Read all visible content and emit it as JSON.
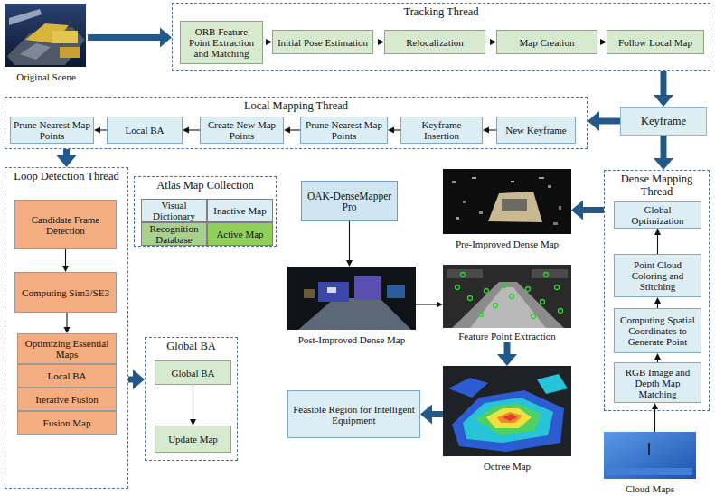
{
  "diagram": {
    "nodes": [
      {
        "text": [
          "Original Scene"
        ]
      },
      {
        "text": [
          "Tracking Thread"
        ]
      },
      {
        "text": [
          "ORB Feature Point Extraction and Matching"
        ],
        "in": 1
      },
      {
        "text": [
          "Initial Pose Estimation"
        ],
        "in": 1
      },
      {
        "text": [
          "Relocalization"
        ],
        "in": 1
      },
      {
        "text": [
          "Map Creation"
        ],
        "in": 1
      },
      {
        "text": [
          "Follow Local Map"
        ],
        "in": 1
      },
      {
        "text": [
          "Keyframe"
        ]
      },
      {
        "text": [
          "Local Mapping Thread"
        ]
      },
      {
        "text": [
          "Prune Nearest Map Points"
        ],
        "in": 8
      },
      {
        "text": [
          "Local BA"
        ],
        "in": 8
      },
      {
        "text": [
          "Create New Map Points"
        ],
        "in": 8
      },
      {
        "text": [
          "Prune Nearest Map Points"
        ],
        "in": 8
      },
      {
        "text": [
          "Keyframe Insertion"
        ],
        "in": 8
      },
      {
        "text": [
          "New Keyframe"
        ],
        "in": 8
      },
      {
        "text": [
          "Loop Detection Thread"
        ]
      },
      {
        "text": [
          "Candidate Frame Detection"
        ],
        "in": 15
      },
      {
        "text": [
          "Computing Sim3/SE3"
        ],
        "in": 15
      },
      {
        "text": [
          "Optimizing Essential Maps"
        ],
        "in": 15
      },
      {
        "text": [
          "Local BA"
        ],
        "in": 15
      },
      {
        "text": [
          "Iterative Fusion"
        ],
        "in": 15
      },
      {
        "text": [
          "Fusion Map"
        ],
        "in": 15
      },
      {
        "text": [
          "Atlas Map Collection"
        ]
      },
      {
        "text": [
          "Visual Dictionary"
        ],
        "in": 22
      },
      {
        "text": [
          "Inactive Map"
        ],
        "in": 22
      },
      {
        "text": [
          "Recognition Database"
        ],
        "in": 22
      },
      {
        "text": [
          "Active Map"
        ],
        "in": 22
      },
      {
        "text": [
          "Global BA"
        ]
      },
      {
        "text": [
          "Global BA"
        ],
        "in": 27
      },
      {
        "text": [
          "Update Map"
        ],
        "in": 27
      },
      {
        "text": [
          "OAK-DenseMapper Pro"
        ]
      },
      {
        "text": [
          "Pre-Improved Dense Map"
        ]
      },
      {
        "text": [
          "Dense Mapping Thread"
        ]
      },
      {
        "text": [
          "Global Optimization"
        ],
        "in": 32
      },
      {
        "text": [
          "Point Cloud Coloring and Stitching"
        ],
        "in": 32
      },
      {
        "text": [
          "Computing Spatial Coordinates to Generate Point"
        ],
        "in": 32
      },
      {
        "text": [
          "RGB Image and Depth Map Matching"
        ],
        "in": 32
      },
      {
        "text": [
          "Post-Improved Dense Map"
        ]
      },
      {
        "text": [
          "Feature Point Extraction"
        ]
      },
      {
        "text": [
          "Feasible Region for Intelligent Equipment"
        ]
      },
      {
        "text": [
          "Octree Map"
        ]
      },
      {
        "text": [
          "Cloud Maps"
        ]
      }
    ],
    "edges": [
      {
        "from": 0,
        "to": 1,
        "arrow": "to"
      },
      {
        "from": 2,
        "to": 3,
        "arrow": "to"
      },
      {
        "from": 3,
        "to": 4,
        "arrow": "to"
      },
      {
        "from": 4,
        "to": 5,
        "arrow": "to"
      },
      {
        "from": 5,
        "to": 6,
        "arrow": "to"
      },
      {
        "from": 1,
        "to": 7,
        "arrow": "to"
      },
      {
        "from": 7,
        "to": 8,
        "arrow": "to"
      },
      {
        "from": 14,
        "to": 13,
        "arrow": "to"
      },
      {
        "from": 13,
        "to": 12,
        "arrow": "to"
      },
      {
        "from": 12,
        "to": 11,
        "arrow": "to"
      },
      {
        "from": 11,
        "to": 10,
        "arrow": "to"
      },
      {
        "from": 10,
        "to": 9,
        "arrow": "to"
      },
      {
        "from": 8,
        "to": 15,
        "arrow": "to"
      },
      {
        "from": 16,
        "to": 17,
        "arrow": "to"
      },
      {
        "from": 17,
        "to": 18,
        "arrow": "to"
      },
      {
        "from": 15,
        "to": 27,
        "arrow": "to"
      },
      {
        "from": 28,
        "to": 29,
        "arrow": "to"
      },
      {
        "from": 7,
        "to": 32,
        "arrow": "to"
      },
      {
        "from": 41,
        "to": 36,
        "arrow": "to"
      },
      {
        "from": 36,
        "to": 35,
        "arrow": "to"
      },
      {
        "from": 35,
        "to": 34,
        "arrow": "to"
      },
      {
        "from": 34,
        "to": 33,
        "arrow": "to"
      },
      {
        "from": 32,
        "to": 31,
        "arrow": "to"
      },
      {
        "from": 30,
        "to": 37,
        "arrow": "to"
      },
      {
        "from": 37,
        "to": 38,
        "arrow": "to"
      },
      {
        "from": 38,
        "to": 40,
        "arrow": "to"
      },
      {
        "from": 40,
        "to": 39,
        "arrow": "to"
      }
    ]
  }
}
